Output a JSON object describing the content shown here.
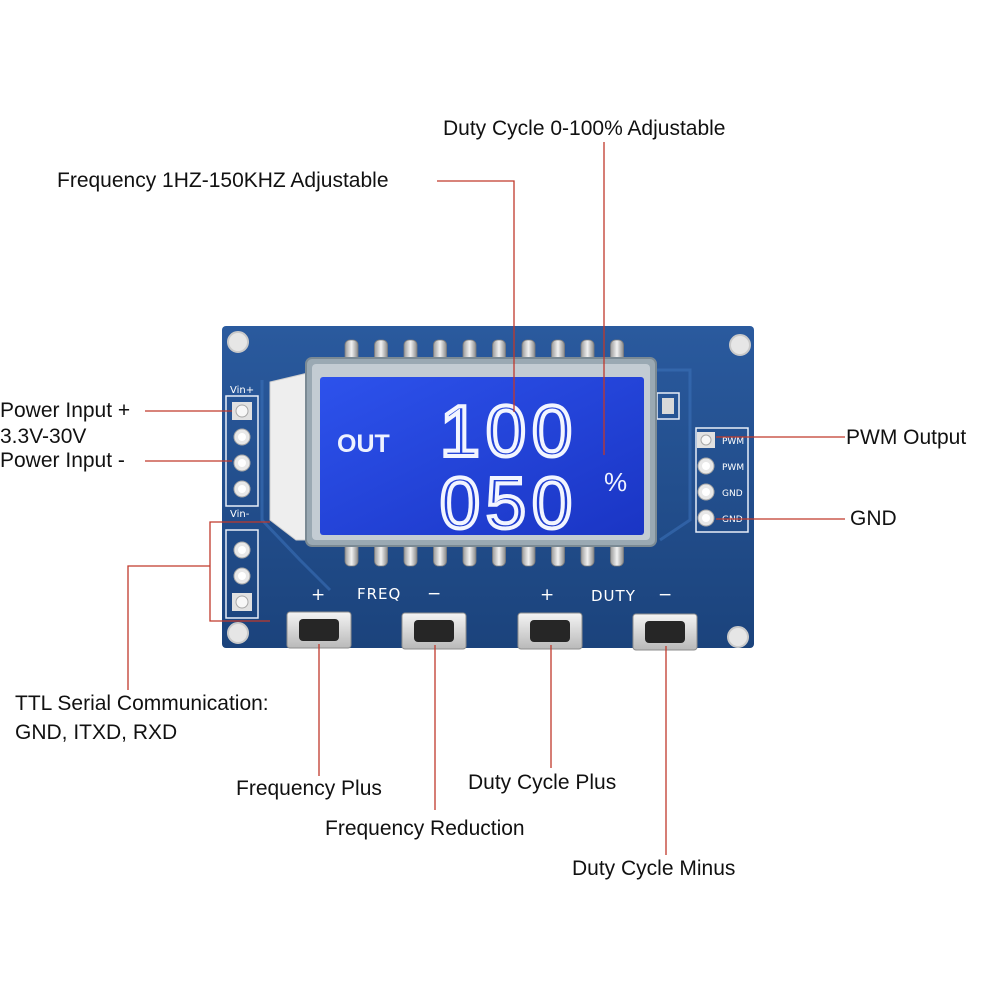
{
  "labels": {
    "duty_range": "Duty Cycle 0-100% Adjustable",
    "freq_range": "Frequency 1HZ-150KHZ Adjustable",
    "power_plus": "Power Input +",
    "voltage": "3.3V-30V",
    "power_minus": "Power Input -",
    "pwm_output": "PWM Output",
    "gnd": "GND",
    "ttl_line1": "TTL Serial Communication:",
    "ttl_line2": "GND, ITXD, RXD",
    "freq_plus": "Frequency Plus",
    "freq_reduction": "Frequency Reduction",
    "duty_plus": "Duty Cycle Plus",
    "duty_minus": "Duty Cycle Minus"
  },
  "board": {
    "silk_vin_plus": "Vin+",
    "silk_vin_minus": "Vin-",
    "silk_pwm1": "PWM",
    "silk_pwm2": "PWM",
    "silk_gnd1": "GND",
    "silk_gnd2": "GND",
    "silk_freq": "FREQ",
    "silk_duty": "DUTY",
    "silk_plus": "+",
    "silk_minus": "−"
  },
  "lcd": {
    "out_label": "OUT",
    "frequency_value": "100",
    "duty_value": "050",
    "percent": "%"
  },
  "colors": {
    "pcb": "#1f4d8c",
    "lcd_background": "#1e3fd8",
    "leader_line": "#c0392b"
  }
}
